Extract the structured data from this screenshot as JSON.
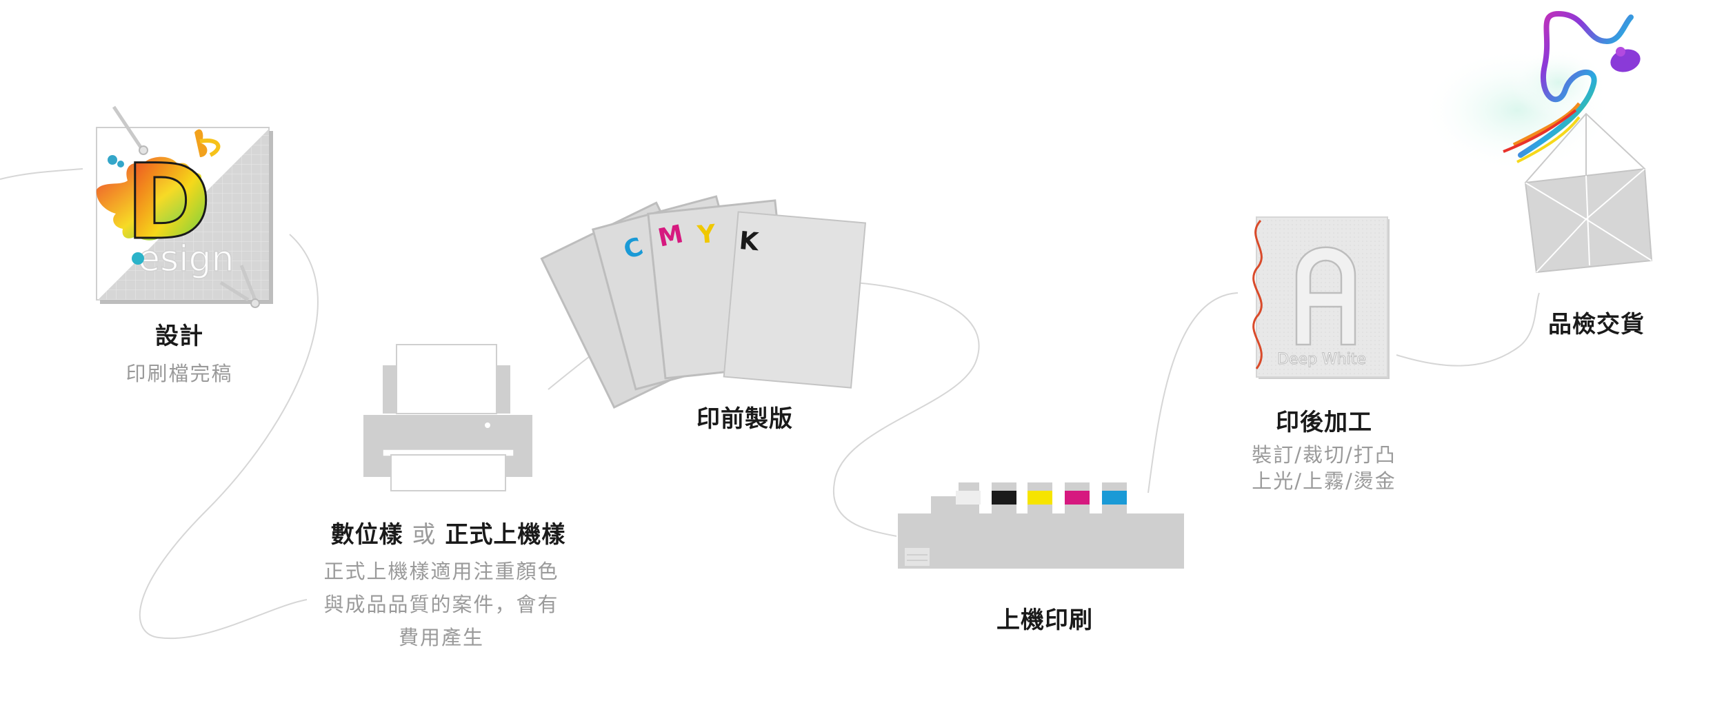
{
  "colors": {
    "line": "#d0d0d0",
    "grey": "#cfcfcf",
    "cyan": "#1a9ad6",
    "magenta": "#d6197f",
    "yellow": "#f6e400",
    "black": "#1a1a1a",
    "accent_red": "#d94a2a"
  },
  "steps": {
    "design": {
      "title": "設計",
      "subtitle": "印刷檔完稿",
      "icon": "design-logo-icon",
      "logo_big_letter": "D",
      "logo_word": "esign"
    },
    "proof": {
      "title_a": "數位樣",
      "title_or": "或",
      "title_b": "正式上機樣",
      "desc": [
        "正式上機樣適用注重顏色",
        "與成品品質的案件，會有",
        "費用產生"
      ],
      "icon": "printer-icon"
    },
    "prepress": {
      "title": "印前製版",
      "icon": "cmyk-plates-icon",
      "plates": [
        "C",
        "M",
        "Y",
        "K"
      ]
    },
    "printing": {
      "title": "上機印刷",
      "icon": "printing-press-icon"
    },
    "postpress": {
      "title": "印後加工",
      "desc": [
        "裝訂/裁切/打凸",
        "上光/上霧/燙金"
      ],
      "icon": "embossed-paper-icon",
      "paper_big_letter": "A",
      "paper_label": "Deep White"
    },
    "delivery": {
      "title": "品檢交貨",
      "icon": "gift-package-icon"
    }
  }
}
